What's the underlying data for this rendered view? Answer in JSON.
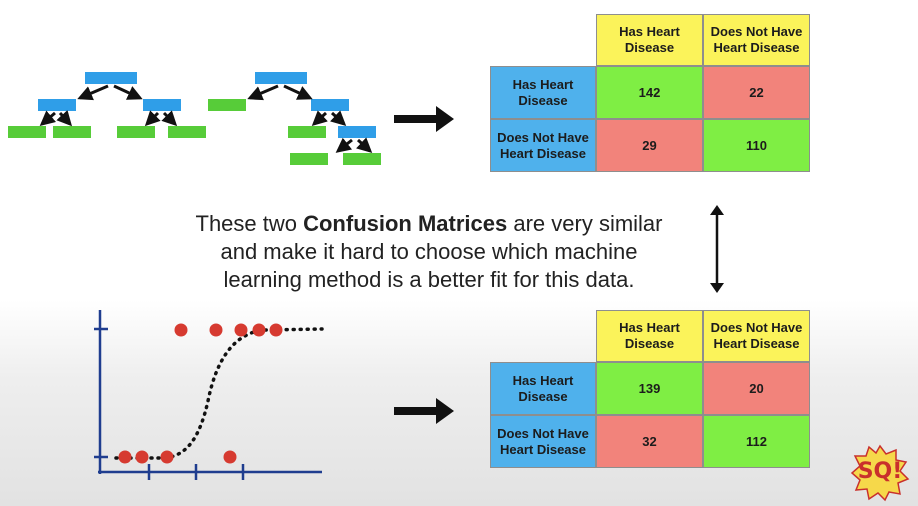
{
  "top_matrix": {
    "col_headers": [
      "Has Heart Disease",
      "Does Not Have Heart Disease"
    ],
    "row_headers": [
      "Has Heart Disease",
      "Does Not Have Heart Disease"
    ],
    "values": [
      "142",
      "22",
      "29",
      "110"
    ]
  },
  "bottom_matrix": {
    "col_headers": [
      "Has Heart Disease",
      "Does Not Have Heart Disease"
    ],
    "row_headers": [
      "Has Heart Disease",
      "Does Not Have Heart Disease"
    ],
    "values": [
      "139",
      "20",
      "32",
      "112"
    ]
  },
  "caption": {
    "line1_pre": "These two ",
    "line1_bold": "Confusion Matrices",
    "line1_post": " are very similar",
    "line2": "and make it hard to choose which machine",
    "line3": "learning method is a better fit for this data."
  },
  "logo": {
    "text": "SQ!"
  },
  "colors": {
    "header": "#fbf35a",
    "row_header": "#4fb1ec",
    "correct": "#7fee44",
    "incorrect": "#f2837b",
    "tree_node": "#2f9ee8",
    "tree_leaf": "#57cc39",
    "point": "#d63a30",
    "axis": "#1f3d8f"
  }
}
